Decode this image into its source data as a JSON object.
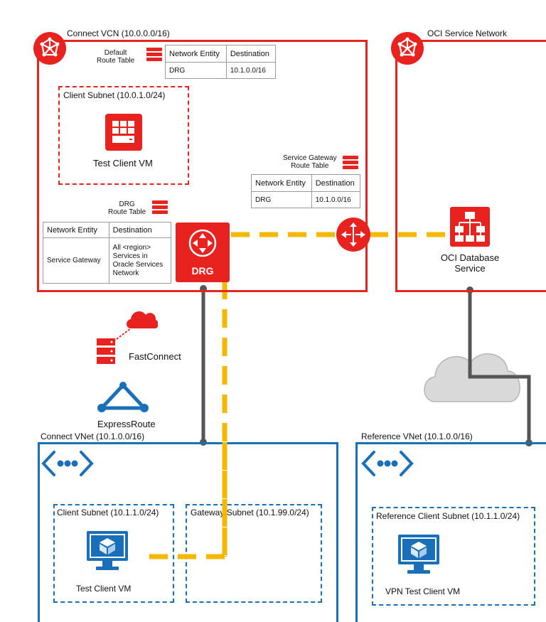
{
  "oci": {
    "connect_vcn_title": "Connect VCN (10.0.0.0/16)",
    "service_network_title": "OCI Service Network",
    "default_rt_label": "Default\nRoute Table",
    "default_rt": {
      "headers": [
        "Network Entity",
        "Destination"
      ],
      "rows": [
        [
          "DRG",
          "10.1.0.0/16"
        ]
      ]
    },
    "client_subnet_title": "Client Subnet (10.0.1.0/24)",
    "client_vm_label": "Test Client VM",
    "sgw_rt_label": "Service Gateway\nRoute Table",
    "sgw_rt": {
      "headers": [
        "Network Entity",
        "Destination"
      ],
      "rows": [
        [
          "DRG",
          "10.1.0.0/16"
        ]
      ]
    },
    "drg_rt_label": "DRG\nRoute Table",
    "drg_rt": {
      "headers": [
        "Network Entity",
        "Destination"
      ],
      "rows": [
        [
          "Service Gateway",
          "All <region>\nServices in\nOracle Services\nNetwork"
        ]
      ]
    },
    "drg_label": "DRG",
    "db_service_label": "OCI Database\nService"
  },
  "connectivity": {
    "fastconnect_label": "FastConnect",
    "expressroute_label": "ExpressRoute"
  },
  "azure": {
    "connect_vnet_title": "Connect VNet (10.1.0.0/16)",
    "client_subnet_title": "Client Subnet (10.1.1.0/24)",
    "gateway_subnet_title": "Gateway Subnet (10.1.99.0/24)",
    "client_vm_label": "Test Client VM",
    "reference_vnet_title": "Reference VNet (10.1.0.0/16)",
    "reference_subnet_title": "Reference Client Subnet (10.1.1.0/24)",
    "vpn_vm_label": "VPN Test Client VM"
  },
  "colors": {
    "oracle_red": "#e8231f",
    "azure_blue": "#1a6fb9",
    "route_yellow": "#f5b800",
    "link_gray": "#555555"
  }
}
